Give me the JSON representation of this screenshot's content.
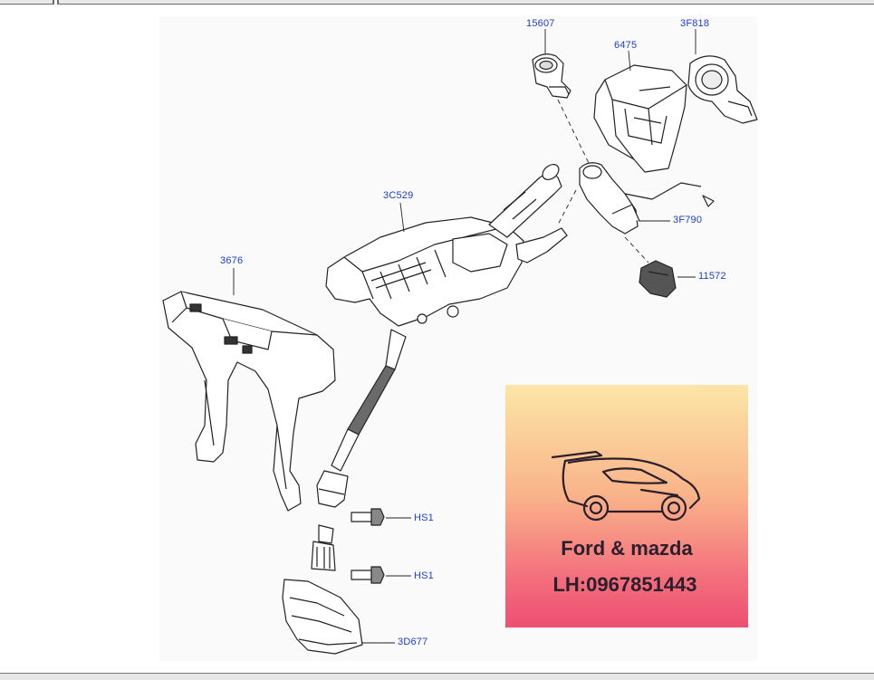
{
  "callouts": {
    "c15607": "15607",
    "c6475": "6475",
    "c3F818": "3F818",
    "c3C529": "3C529",
    "c3F790": "3F790",
    "c3676": "3676",
    "c11572": "11572",
    "cHS1a": "HS1",
    "cHS1b": "HS1",
    "c3D677": "3D677"
  },
  "ad": {
    "line1": "Ford & mazda",
    "line2": "LH:0967851443"
  },
  "colors": {
    "callout_blue": "#1a3fd0",
    "line_art": "#222222"
  }
}
